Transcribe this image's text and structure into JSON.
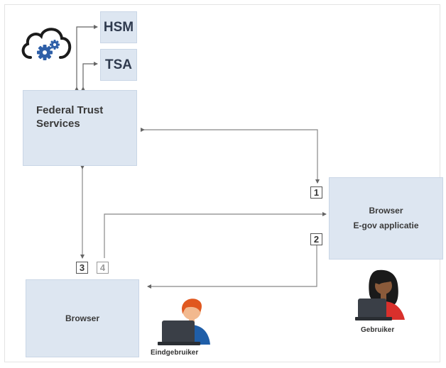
{
  "diagram": {
    "nodes": {
      "hsm": "HSM",
      "tsa": "TSA",
      "federal_trust_services": "Federal Trust Services",
      "browser_right_title": "Browser",
      "browser_right_app": "E-gov applicatie",
      "browser_left": "Browser"
    },
    "steps": [
      "1",
      "2",
      "3",
      "4"
    ],
    "actors": {
      "eindgebruiker": "Eindgebruiker",
      "gebruiker": "Gebruiker"
    }
  },
  "colors": {
    "box_fill": "#dde6f1",
    "cloud_icon": "#2e5fa8",
    "arrow": "#666666",
    "person_shirt_left": "#1f5ea8",
    "person_shirt_right": "#d9302c",
    "hair_left": "#e0581f"
  }
}
